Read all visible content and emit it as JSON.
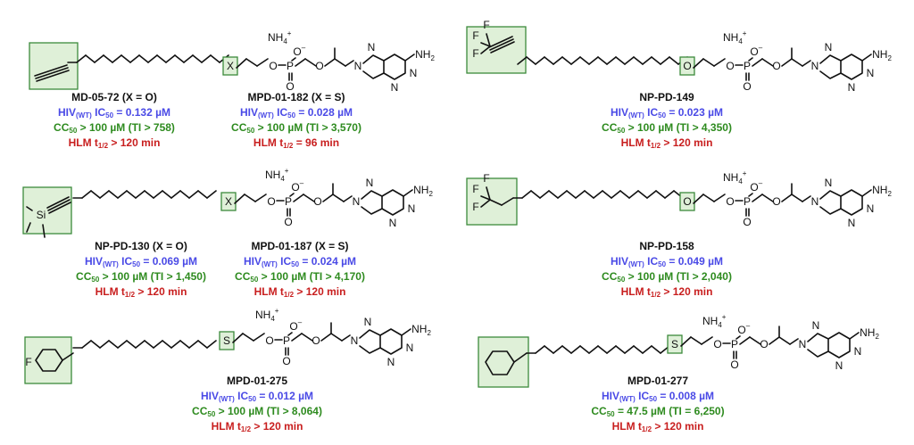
{
  "compounds": [
    {
      "name": "MD-05-72 (X = O)",
      "hiv": "0.132 µM",
      "cc": "CC",
      "cc_rest": " > 100 µM (TI > 758)",
      "hlm": "> 120 min"
    },
    {
      "name": "MPD-01-182 (X = S)",
      "hiv": "0.028 µM",
      "cc": "CC",
      "cc_rest": " > 100 µM (TI > 3,570)",
      "hlm": "= 96 min"
    },
    {
      "name": "NP-PD-149",
      "hiv": "0.023 µM",
      "cc": "CC",
      "cc_rest": " > 100 µM (TI > 4,350)",
      "hlm": "> 120 min"
    },
    {
      "name": "NP-PD-130 (X = O)",
      "hiv": "0.069 µM",
      "cc": "CC",
      "cc_rest": " > 100 µM (TI > 1,450)",
      "hlm": "> 120 min"
    },
    {
      "name": "MPD-01-187 (X = S)",
      "hiv": "0.024 µM",
      "cc": "CC",
      "cc_rest": " > 100 µM (TI > 4,170)",
      "hlm": "> 120 min"
    },
    {
      "name": "NP-PD-158",
      "hiv": "0.049 µM",
      "cc": "CC",
      "cc_rest": " > 100 µM (TI > 2,040)",
      "hlm": "> 120 min"
    },
    {
      "name": "MPD-01-275",
      "hiv": "0.012 µM",
      "cc": "CC",
      "cc_rest": " > 100 µM (TI > 8,064)",
      "hlm": "> 120 min"
    },
    {
      "name": "MPD-01-277",
      "hiv": "0.008 µM",
      "cc": "CC",
      "cc_rest": " = 47.5 µM (TI = 6,250)",
      "hlm": "> 120 min"
    }
  ],
  "labels": {
    "hiv_prefix": "HIV",
    "hiv_sub": "(WT)",
    "ic": "IC",
    "ic_sub": "50",
    "eq": " = ",
    "cc_sub": "50",
    "hlm_prefix": "HLM t",
    "hlm_sub": "1/2",
    "ammonium": "NH",
    "ammonium_sub": "4",
    "ammonium_sup": "+",
    "nh2": "NH",
    "nh2_sub": "2",
    "atoms": {
      "X": "X",
      "O": "O",
      "S": "S",
      "P": "P",
      "N": "N",
      "F": "F",
      "Si": "Si",
      "minus": "–"
    }
  }
}
